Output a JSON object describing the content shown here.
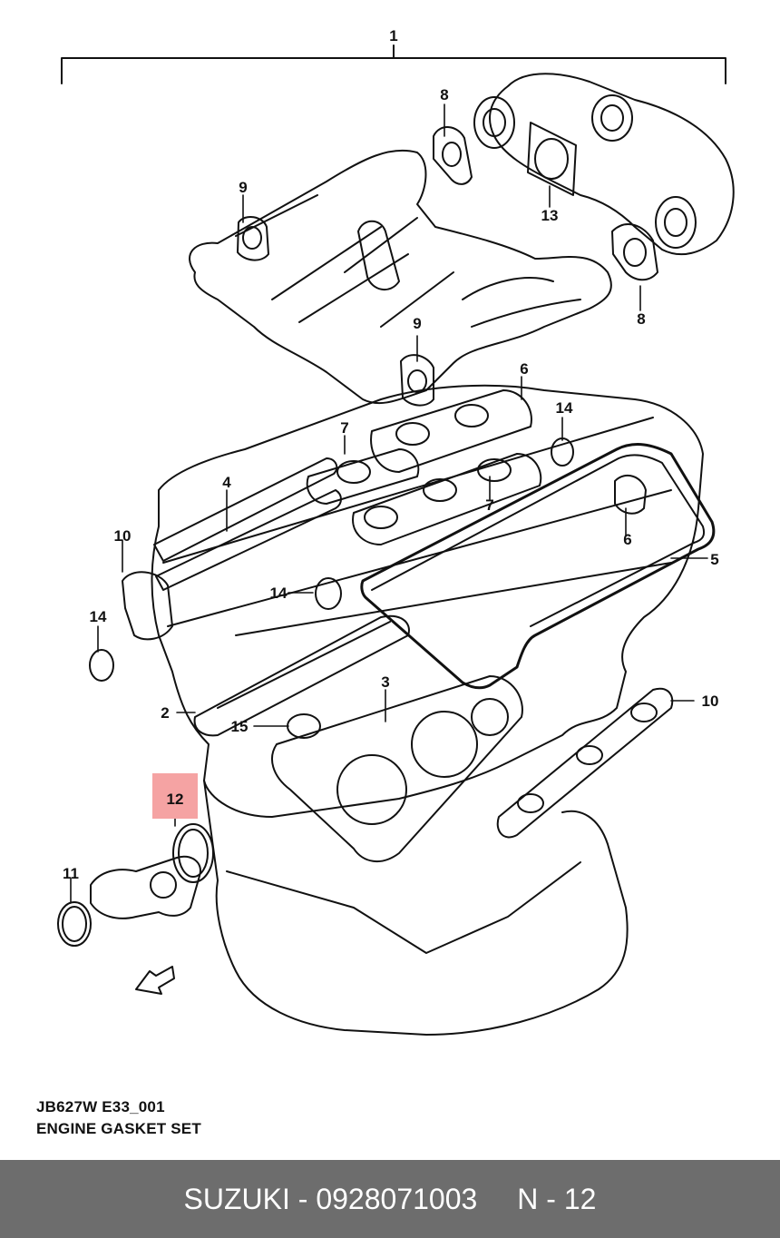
{
  "callouts": [
    {
      "id": "1",
      "label": "1"
    },
    {
      "id": "8a",
      "label": "8"
    },
    {
      "id": "9a",
      "label": "9"
    },
    {
      "id": "13",
      "label": "13"
    },
    {
      "id": "8b",
      "label": "8"
    },
    {
      "id": "9b",
      "label": "9"
    },
    {
      "id": "6a",
      "label": "6"
    },
    {
      "id": "14a",
      "label": "14"
    },
    {
      "id": "7a",
      "label": "7"
    },
    {
      "id": "4",
      "label": "4"
    },
    {
      "id": "7b",
      "label": "7"
    },
    {
      "id": "6b",
      "label": "6"
    },
    {
      "id": "5",
      "label": "5"
    },
    {
      "id": "10a",
      "label": "10"
    },
    {
      "id": "14b",
      "label": "14"
    },
    {
      "id": "14c",
      "label": "14"
    },
    {
      "id": "3",
      "label": "3"
    },
    {
      "id": "2",
      "label": "2"
    },
    {
      "id": "15",
      "label": "15"
    },
    {
      "id": "10b",
      "label": "10"
    },
    {
      "id": "12",
      "label": "12"
    },
    {
      "id": "11",
      "label": "11"
    }
  ],
  "highlighted_callout": "12",
  "highlight_color": "#f5a3a3",
  "caption": {
    "code": "JB627W E33_001",
    "title": "ENGINE GASKET SET"
  },
  "footer": {
    "brand": "SUZUKI",
    "separator": " - ",
    "part_number": "0928071003",
    "position_label": "N - 12"
  },
  "colors": {
    "footer_bg": "#6d6d6d",
    "footer_text": "#ffffff",
    "line": "#111111"
  }
}
